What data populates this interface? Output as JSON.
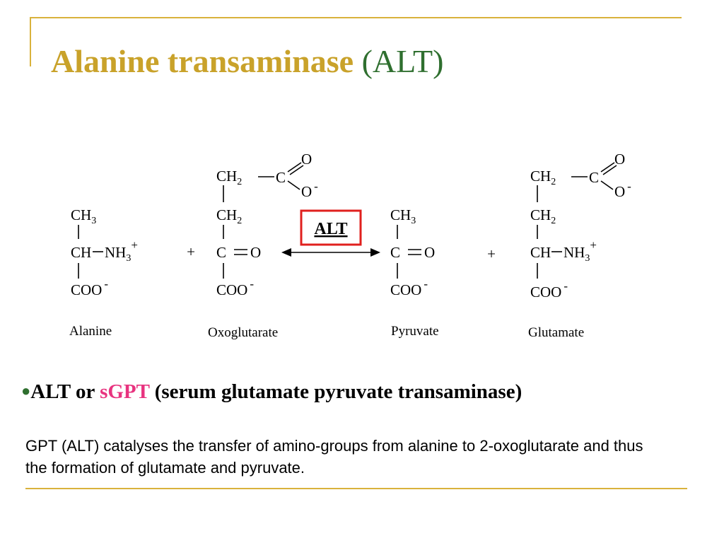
{
  "title": {
    "main": "Alanine transaminase",
    "paren": "(ALT)"
  },
  "reaction": {
    "enzyme": "ALT",
    "plus": "+",
    "compounds": {
      "alanine": {
        "name": "Alanine",
        "r1": "CH",
        "r1sub": "3",
        "r2": "CH",
        "r2b": "NH",
        "r2sub": "3",
        "r2sup": "+",
        "r3": "COO",
        "r3sup": "-"
      },
      "oxoglutarate": {
        "name": "Oxoglutarate",
        "top": "CH",
        "topsub": "2",
        "c": "C",
        "o1": "O",
        "o2": "O",
        "o2sup": "-",
        "mid": "CH",
        "midsub": "2",
        "keto": "C",
        "keto_o": "O",
        "bot": "COO",
        "botsup": "-"
      },
      "pyruvate": {
        "name": "Pyruvate",
        "r1": "CH",
        "r1sub": "3",
        "keto": "C",
        "keto_o": "O",
        "r3": "COO",
        "r3sup": "-"
      },
      "glutamate": {
        "name": "Glutamate",
        "top": "CH",
        "topsub": "2",
        "c": "C",
        "o1": "O",
        "o2": "O",
        "o2sup": "-",
        "mid": "CH",
        "midsub": "2",
        "r2": "CH",
        "r2b": "NH",
        "r2sub": "3",
        "r2sup": "+",
        "bot": "COO",
        "botsup": "-"
      }
    }
  },
  "bullet": {
    "dot": "●",
    "part1": "ALT or ",
    "highlight": "sGPT",
    "part2": " (serum glutamate pyruvate transaminase)"
  },
  "description": "GPT (ALT) catalyses the transfer of amino-groups from alanine to 2-oxoglutarate and thus the formation of glutamate and pyruvate.",
  "colors": {
    "title_gold": "#c9a22a",
    "title_green": "#2f6f2f",
    "accent_pink": "#e8337f",
    "frame_gold": "#d9b23c",
    "enzyme_box": "#e0201e"
  }
}
